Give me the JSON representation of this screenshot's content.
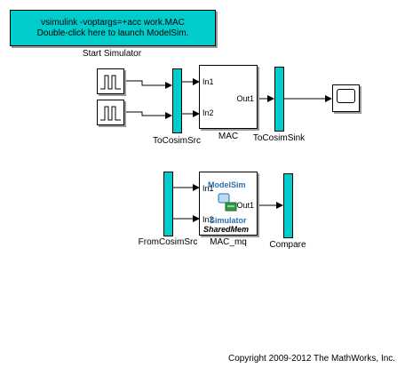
{
  "launcher": {
    "line1": "vsimulink  -voptargs=+acc work.MAC",
    "line2": "Double-click here to launch ModelSim.",
    "caption": "Start Simulator"
  },
  "blocks": {
    "to_cosim_src": "ToCosimSrc",
    "mac": {
      "label": "MAC",
      "in1": "In1",
      "in2": "In2",
      "out1": "Out1"
    },
    "to_cosim_sink": "ToCosimSink",
    "from_cosim_src": "FromCosimSrc",
    "mac_mq": {
      "label": "MAC_mq",
      "in1": "In1",
      "in2": "In2",
      "out1": "Out1",
      "logo_top": "ModelSim",
      "logo_bottom": "Simulator",
      "footer": "SharedMem"
    },
    "compare": "Compare"
  },
  "colors": {
    "cosim": "#00cccc",
    "logo": "#2a6fb0"
  },
  "copyright": "Copyright 2009-2012 The MathWorks, Inc."
}
